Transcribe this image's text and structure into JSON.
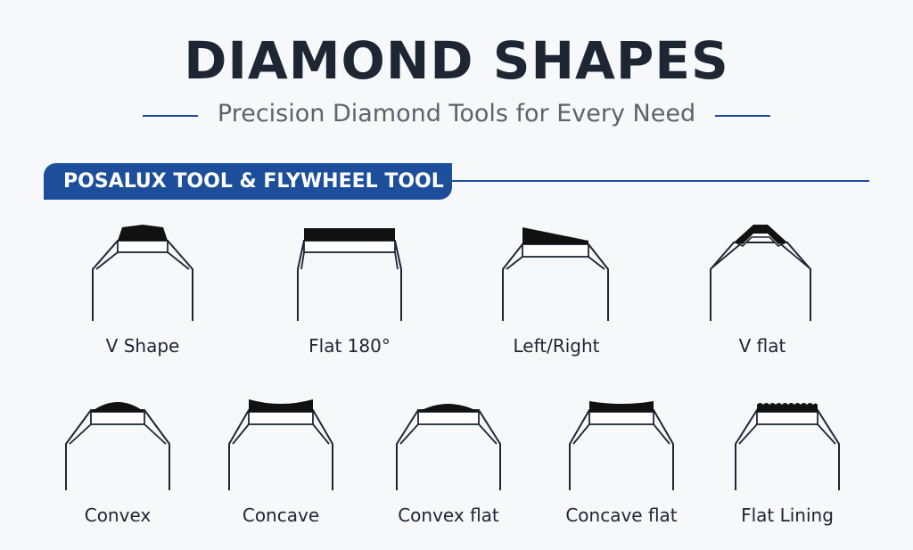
{
  "header": {
    "title": "DIAMOND SHAPES",
    "subtitle": "Precision Diamond Tools for Every Need"
  },
  "section": {
    "label": "POSALUX TOOL & FLYWHEEL TOOL"
  },
  "tools": [
    {
      "label": "V Shape",
      "tip": "v-shape"
    },
    {
      "label": "Flat 180°",
      "tip": "flat"
    },
    {
      "label": "Left/Right",
      "tip": "left-right"
    },
    {
      "label": "V flat",
      "tip": "v-flat"
    },
    {
      "label": "Convex",
      "tip": "convex"
    },
    {
      "label": "Concave",
      "tip": "concave"
    },
    {
      "label": "Convex flat",
      "tip": "convex-flat"
    },
    {
      "label": "Concave flat",
      "tip": "concave-flat"
    },
    {
      "label": "Flat Lining",
      "tip": "flat-lining"
    }
  ],
  "colors": {
    "accent": "#1d4e9c",
    "ink": "#1e2634",
    "background": "#f7f8fa"
  }
}
